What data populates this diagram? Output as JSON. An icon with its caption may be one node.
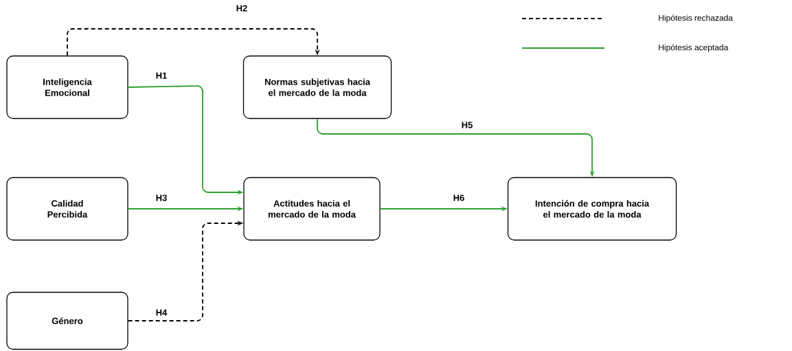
{
  "diagram": {
    "nodes": [
      {
        "text": [
          "Inteligencia Emocional"
        ]
      },
      {
        "text": [
          "Normas subjetivas hacia el mercado de la moda"
        ]
      },
      {
        "text": [
          "Calidad Percibida"
        ]
      },
      {
        "text": [
          "Actitudes hacia el mercado de la moda"
        ]
      },
      {
        "text": [
          "Intención de compra hacia el mercado de la moda"
        ]
      },
      {
        "text": [
          "Género"
        ]
      }
    ],
    "edges": [
      {
        "from": 0,
        "to": 3,
        "arrow": "to",
        "label": "H1"
      },
      {
        "from": 0,
        "to": 1,
        "arrow": "to",
        "label": "H2",
        "style": "dashed",
        "color": "#000000"
      },
      {
        "from": 2,
        "to": 3,
        "arrow": "to",
        "label": "H3"
      },
      {
        "from": 5,
        "to": 3,
        "arrow": "to",
        "label": "H4",
        "style": "dashed",
        "color": "#000000"
      },
      {
        "from": 1,
        "to": 4,
        "arrow": "to",
        "label": "H5"
      },
      {
        "from": 3,
        "to": 4,
        "arrow": "to",
        "label": "H6"
      }
    ],
    "legend": [
      {
        "text": "Hipótesis rechazada"
      },
      {
        "text": "Hipótesis aceptada"
      }
    ]
  }
}
